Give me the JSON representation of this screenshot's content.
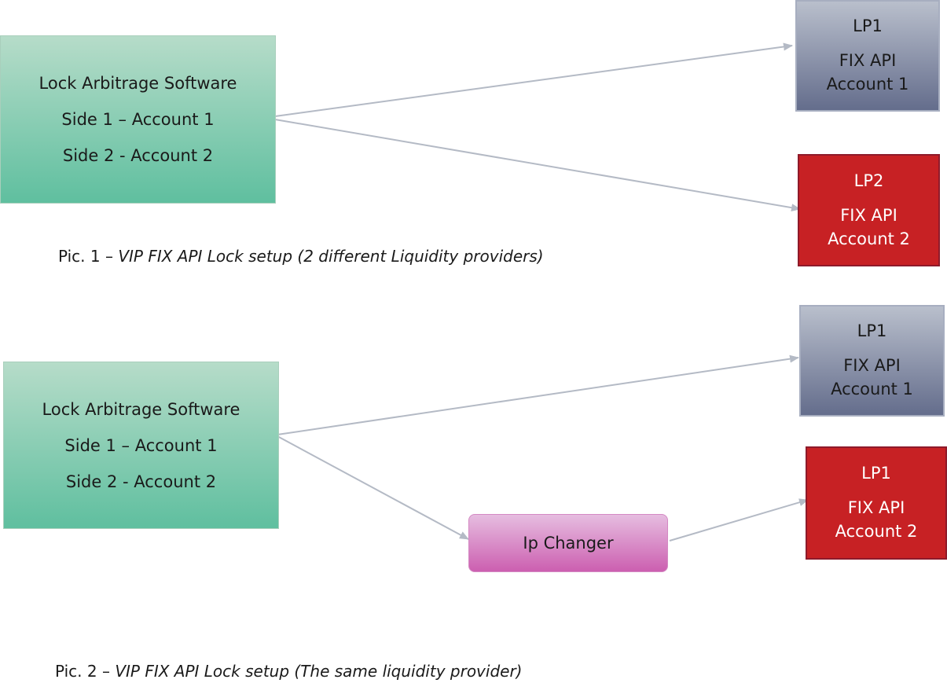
{
  "diagram1": {
    "software": {
      "title": "Lock Arbitrage Software",
      "side1": "Side 1 – Account 1",
      "side2": "Side 2 - Account 2"
    },
    "lp_a": {
      "name": "LP1",
      "api": "FIX API",
      "account": "Account 1"
    },
    "lp_b": {
      "name": "LP2",
      "api": "FIX API",
      "account": "Account 2"
    },
    "caption_prefix": "Pic. 1 – ",
    "caption_italic": "VIP FIX API Lock setup (2 different Liquidity providers)"
  },
  "diagram2": {
    "software": {
      "title": "Lock Arbitrage Software",
      "side1": "Side 1 – Account 1",
      "side2": "Side 2 - Account 2"
    },
    "lp_a": {
      "name": "LP1",
      "api": "FIX API",
      "account": "Account 1"
    },
    "lp_b": {
      "name": "LP1",
      "api": "FIX API",
      "account": "Account 2"
    },
    "ip_changer": "Ip Changer",
    "caption_prefix": "Pic. 2 – ",
    "caption_italic": "VIP FIX API Lock setup (The same liquidity provider)"
  },
  "colors": {
    "software": "#5fbf9f",
    "lp_grey": "#646d8c",
    "lp_red": "#c72124",
    "ip_changer": "#cc5fb0",
    "arrow": "#b4bac5"
  }
}
